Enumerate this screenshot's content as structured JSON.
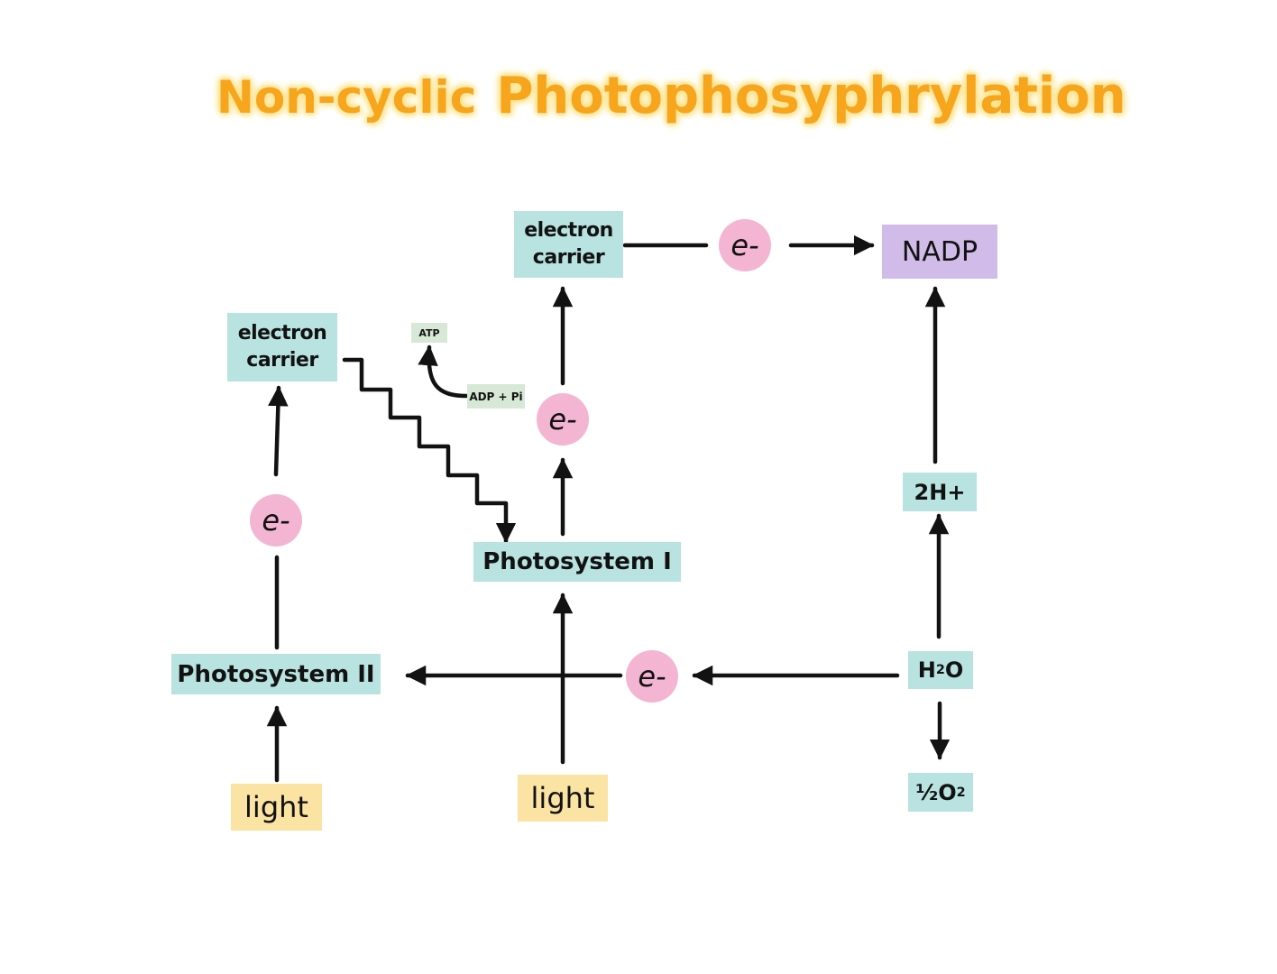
{
  "title": {
    "part1": "Non-cyclic",
    "part2": "Photophosyphrylation"
  },
  "nodes": {
    "electron_carrier_top": {
      "line1": "electron",
      "line2": "carrier"
    },
    "electron_carrier_left": {
      "line1": "electron",
      "line2": "carrier"
    },
    "nadp": "NADP",
    "atp": "ATP",
    "adp_pi": "ADP + Pi",
    "photosystem_1": "Photosystem I",
    "photosystem_2": "Photosystem II",
    "two_h_plus": "2H+",
    "water": {
      "main": "H",
      "sub": "2",
      "end": "O"
    },
    "half_oxygen": {
      "main": "½O",
      "sub": "2"
    },
    "light_left": "light",
    "light_center": "light"
  },
  "electron_label": "e-",
  "colors": {
    "title": "#f7a51c",
    "teal_box": "#b8e3e0",
    "yellow_box": "#fbe4a3",
    "purple_box": "#d1bce9",
    "green_box": "#d8e8d7",
    "electron_circle": "#f4b5d3",
    "arrow": "#121212"
  }
}
